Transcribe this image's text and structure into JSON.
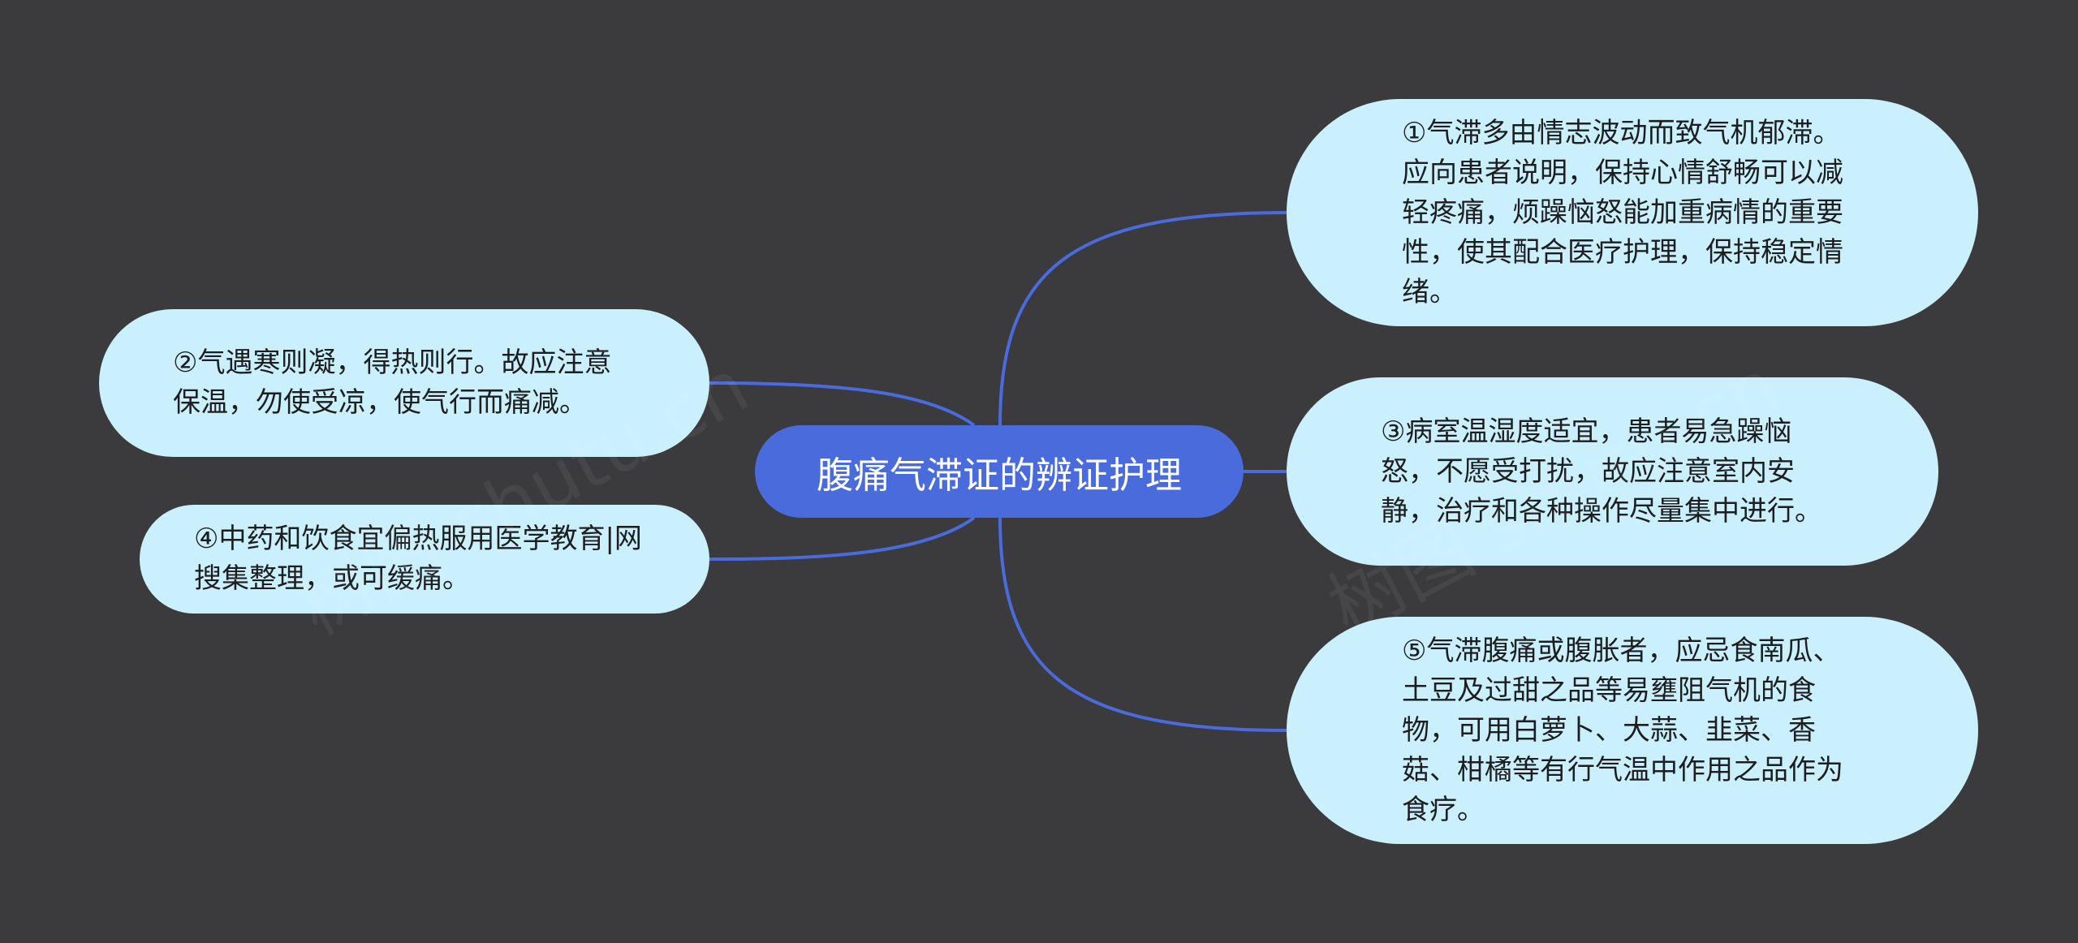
{
  "center": {
    "title": "腹痛气滞证的辨证护理"
  },
  "branches": {
    "b1": "①气滞多由情志波动而致气机郁滞。应向患者说明，保持心情舒畅可以减轻疼痛，烦躁恼怒能加重病情的重要性，使其配合医疗护理，保持稳定情绪。",
    "b2": "②气遇寒则凝，得热则行。故应注意保温，勿使受凉，使气行而痛减。",
    "b3": "③病室温湿度适宜，患者易急躁恼怒，不愿受打扰，故应注意室内安静，治疗和各种操作尽量集中进行。",
    "b4": "④中药和饮食宜偏热服用医学教育|网搜集整理，或可缓痛。",
    "b5": "⑤气滞腹痛或腹胀者，应忌食南瓜、土豆及过甜之品等易壅阻气机的食物，可用白萝卜、大蒜、韭菜、香菇、柑橘等有行气温中作用之品作为食疗。"
  },
  "watermark": {
    "text": "树图 shutu.cn"
  },
  "colors": {
    "background": "#3b3a3c",
    "center_fill": "#4a6bdc",
    "node_fill": "#caf0fe",
    "connector": "#4a6bdc"
  }
}
